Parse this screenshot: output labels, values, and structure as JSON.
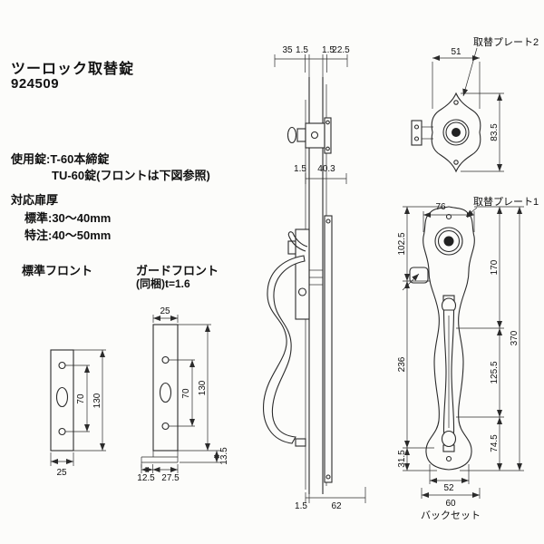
{
  "header": {
    "title": "ツーロック取替錠",
    "model": "924509"
  },
  "specs": {
    "lock_line1": "使用錠:T-60本締錠",
    "lock_line2": "TU-60錠(フロントは下図参照)",
    "thickness_title": "対応扉厚",
    "thickness_standard": "標準:30〜40mm",
    "thickness_custom": "特注:40〜50mm"
  },
  "front_labels": {
    "standard": "標準フロント",
    "guard_line1": "ガードフロント",
    "guard_line2": "(同梱)t=1.6"
  },
  "annotations": {
    "plate2": "取替プレート2",
    "plate1": "取替プレート1",
    "backset": "バックセット"
  },
  "dimensions": {
    "std_front": {
      "width": "25",
      "hole_pitch": "70",
      "height": "130"
    },
    "guard_front": {
      "width": "25",
      "hole_pitch": "70",
      "height": "130",
      "tab_height": "13.5",
      "tab_left": "12.5",
      "tab_right": "27.5"
    },
    "side_view": {
      "left_projection": "35",
      "plate_t_left": "1.5",
      "plate_t_right": "1.5",
      "right_projection": "22.5",
      "case_t": "1.5",
      "case_depth": "40.3",
      "bottom_t": "1.5",
      "bottom_depth": "62"
    },
    "front_view": {
      "plate2_width": "51",
      "plate2_height": "83.5",
      "plate1_width": "76",
      "left_upper": "102.5",
      "left_middle": "236",
      "left_lower": "31.5",
      "right_upper": "170",
      "right_middle": "125.5",
      "right_lower": "74.5",
      "overall": "370",
      "bottom_width": "52",
      "backset": "60"
    }
  }
}
